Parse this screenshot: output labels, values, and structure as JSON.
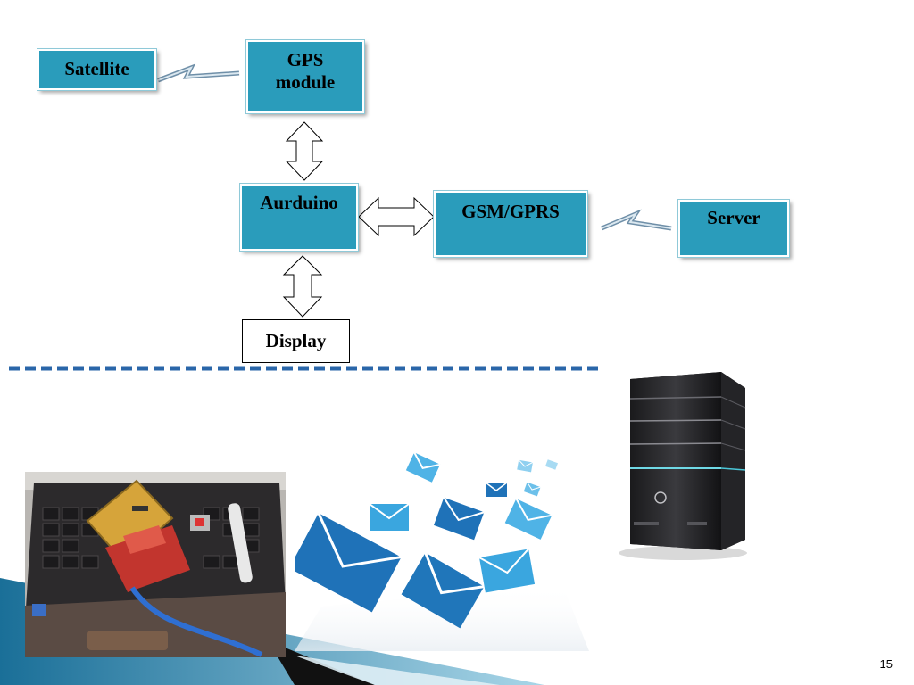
{
  "diagram": {
    "nodes": {
      "satellite": "Satellite",
      "gps_line1": "GPS",
      "gps_line2": "module",
      "arduino": "Aurduino",
      "gsm": "GSM/GPRS",
      "server": "Server",
      "display": "Display"
    },
    "colors": {
      "box_fill": "#2a9cbb",
      "divider": "#2a66a9",
      "accent_dark": "#1e4d72"
    }
  },
  "photo_laptop": {
    "icon": "laptop-hardware-photo"
  },
  "graphic_envelopes": {
    "icon": "envelope-icon"
  },
  "graphic_server": {
    "icon": "server-tower-icon"
  },
  "footer": {
    "page_number": "15"
  }
}
